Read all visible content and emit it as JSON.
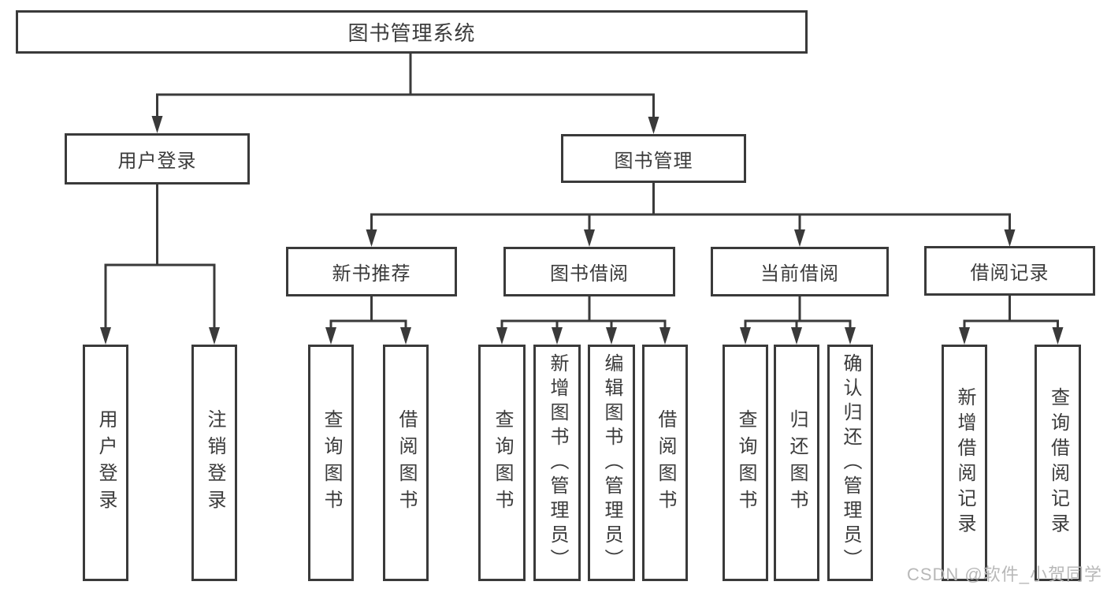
{
  "diagram": {
    "root": "图书管理系统",
    "level2": {
      "user_login": "用户登录",
      "book_mgmt": "图书管理"
    },
    "level3": {
      "new_book_rec": "新书推荐",
      "book_borrow": "图书借阅",
      "current_borrow": "当前借阅",
      "borrow_records": "借阅记录"
    },
    "leaves": {
      "user_login": "用户登录",
      "logout": "注销登录",
      "rec_query": "查询图书",
      "rec_borrow": "借阅图书",
      "bor_query": "查询图书",
      "bor_add": "新增图书（管理员）",
      "bor_edit": "编辑图书（管理员）",
      "bor_borrow": "借阅图书",
      "cur_query": "查询图书",
      "cur_return": "归还图书",
      "cur_confirm": "确认归还（管理员）",
      "log_add": "新增借阅记录",
      "log_query": "查询借阅记录"
    }
  },
  "watermark": {
    "text": "CSDN @软件_小贺同学"
  },
  "colors": {
    "line": "#3a3a3a",
    "text": "#3b3b3b",
    "watermark": "#b8b8b8",
    "background": "#ffffff"
  }
}
